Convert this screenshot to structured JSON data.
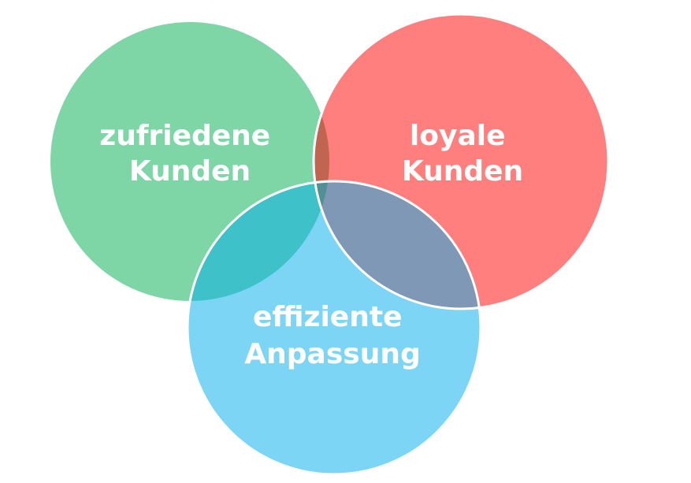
{
  "venn": {
    "sets": [
      {
        "id": "satisfied",
        "line1": "zufriedene",
        "line2": "Kunden",
        "color": "#7ed6a6"
      },
      {
        "id": "loyal",
        "line1": "loyale",
        "line2": "Kunden",
        "color": "#ff7e7e"
      },
      {
        "id": "efficient",
        "line1": "effiziente",
        "line2": "Anpassung",
        "color": "#7dd5f6"
      }
    ],
    "overlap_colors": {
      "satisfied_loyal": "#c06550",
      "satisfied_efficient": "#3fc1c9",
      "loyal_efficient": "#7f98b6",
      "all_three": "#529095"
    }
  }
}
